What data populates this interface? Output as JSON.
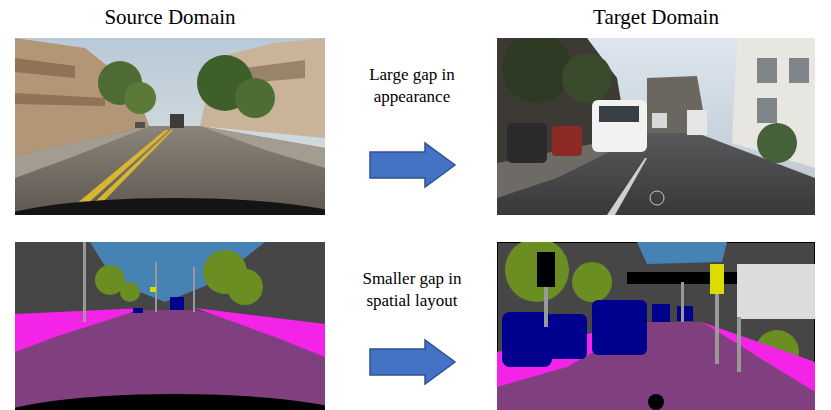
{
  "diagram": {
    "labels": [
      "Source Domain",
      "Target Domain",
      "Large gap in appearance",
      "Smaller gap in spatial layout"
    ]
  }
}
